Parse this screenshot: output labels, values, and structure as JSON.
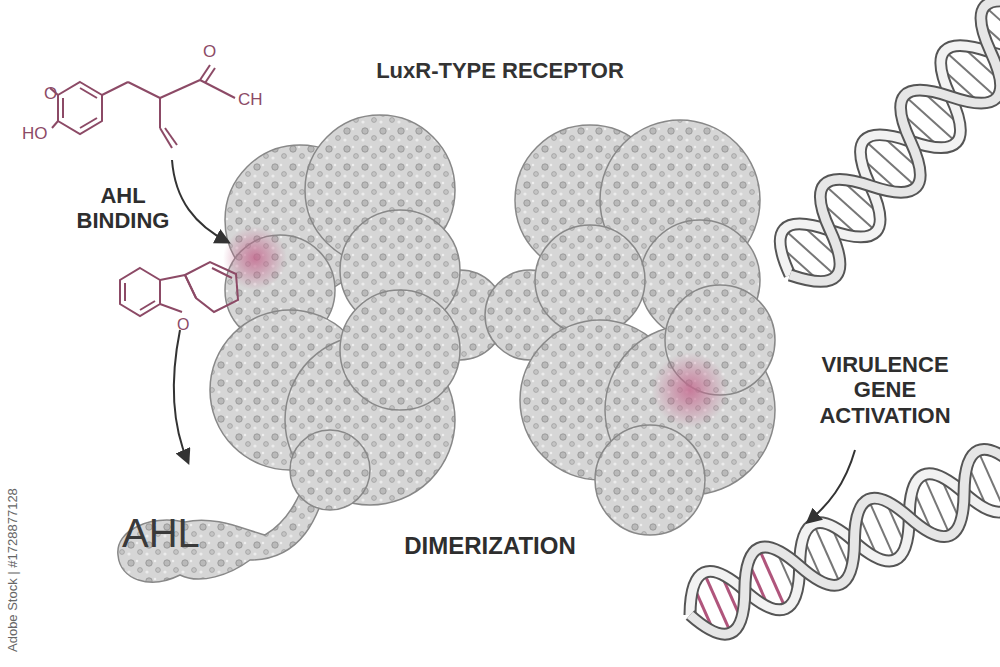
{
  "diagram": {
    "title": "LuxR-TYPE RECEPTOR",
    "labels": [
      "AHL BINDING",
      "AHL",
      "DIMERIZATION",
      "VIRULENCE GENE ACTIVATION",
      "O",
      "CH",
      "HO",
      "O",
      "O",
      "Adobe Stock | #1728877128"
    ]
  }
}
